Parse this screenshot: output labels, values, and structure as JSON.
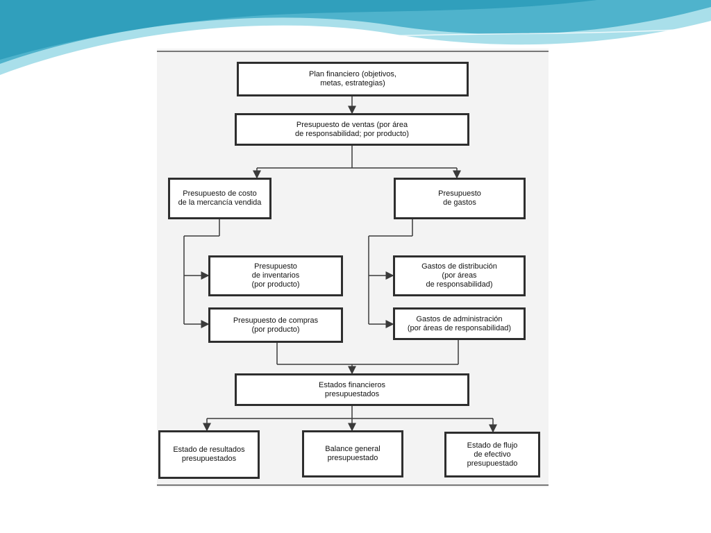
{
  "diagram": {
    "nodes": {
      "plan": "Plan financiero (objetivos,\nmetas, estrategias)",
      "ventas": "Presupuesto de ventas (por área\nde responsabilidad; por producto)",
      "costo": "Presupuesto de costo\nde la mercancía vendida",
      "gastos": "Presupuesto\nde gastos",
      "inventarios": "Presupuesto\nde inventarios\n(por producto)",
      "distribucion": "Gastos de distribución\n(por áreas\nde responsabilidad)",
      "compras": "Presupuesto de compras\n(por producto)",
      "administracion": "Gastos de administración\n(por áreas de responsabilidad)",
      "estados": "Estados financieros\npresupuestados",
      "resultados": "Estado de resultados\npresupuestados",
      "balance": "Balance general\npresupuestado",
      "flujo": "Estado de flujo\nde efectivo\npresupuestado"
    },
    "colors": {
      "border": "#2e2e2e",
      "line": "#3a3a3a",
      "wave_dark": "#4fb3cc",
      "wave_light": "#a9dfea"
    }
  }
}
